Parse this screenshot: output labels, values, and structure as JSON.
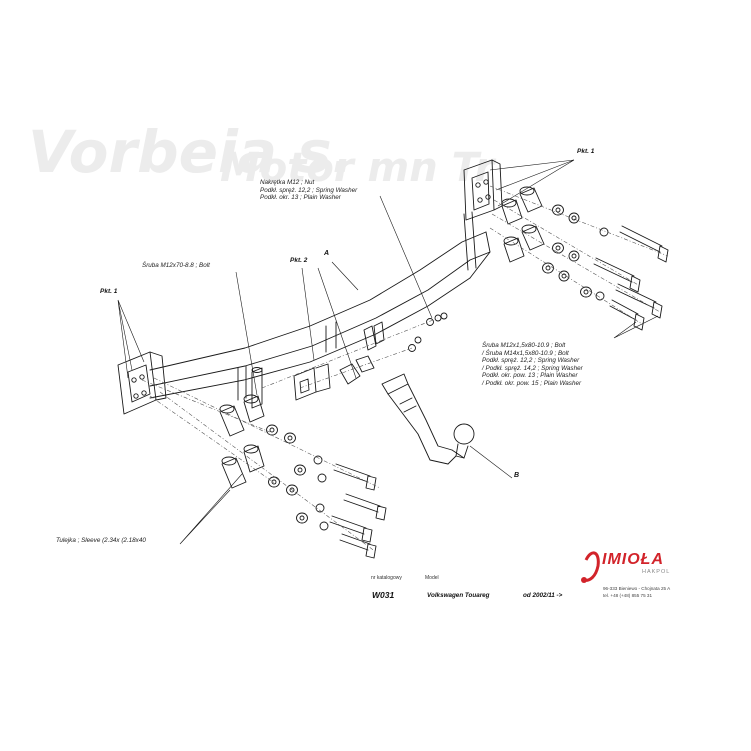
{
  "background_watermark": {
    "line1": "Vorbeia s.",
    "line2": "Motor mn Tr"
  },
  "labels": {
    "nut_block": {
      "line1": "Nakrętka M12 ; Nut",
      "line2": "Podkł. spręż. 12,2 ; Spring Washer",
      "line3": "Podkł. okr. 13 ; Plain Washer"
    },
    "bolt_left": "Śruba M12x70-8.8 ; Bolt",
    "bolt_right": {
      "line1": "Śruba M12x1,5x80-10.9 ; Bolt",
      "line2": "/ Śruba M14x1,5x80-10.9 ; Bolt",
      "line3": "Podkł. spręż. 12,2 ; Spring Washer",
      "line4": "/ Podkł. spręż. 14,2 ; Spring Washer",
      "line5": "Podkł. okr. pow. 13 ; Plain Washer",
      "line6": "/ Podkł. okr. pow. 15 ; Plain Washer"
    },
    "sleeve": "Tulejka ; Sleeve  (2.34x (2.18x40"
  },
  "points": {
    "pkt1_left": "Pkt. 1",
    "pkt1_right": "Pkt. 1",
    "pkt2": "Pkt. 2"
  },
  "part_letters": {
    "a": "A",
    "b": "B"
  },
  "logo": {
    "brand": "IMIOŁA",
    "sub": "HAKPOL",
    "address1": "96-333 Bieniewo - Chojnata 25 A",
    "address2": "tel. +48 (+48) 855 75 31"
  },
  "title_block": {
    "code_header": "nr katalogowy",
    "model_header": "Model",
    "code": "W031",
    "model": "Volkswagen  Touareg",
    "year": "od 2002/11 ->"
  },
  "colors": {
    "line": "#1a1a1a",
    "accent": "#d2232a",
    "watermark": "#ececec"
  }
}
